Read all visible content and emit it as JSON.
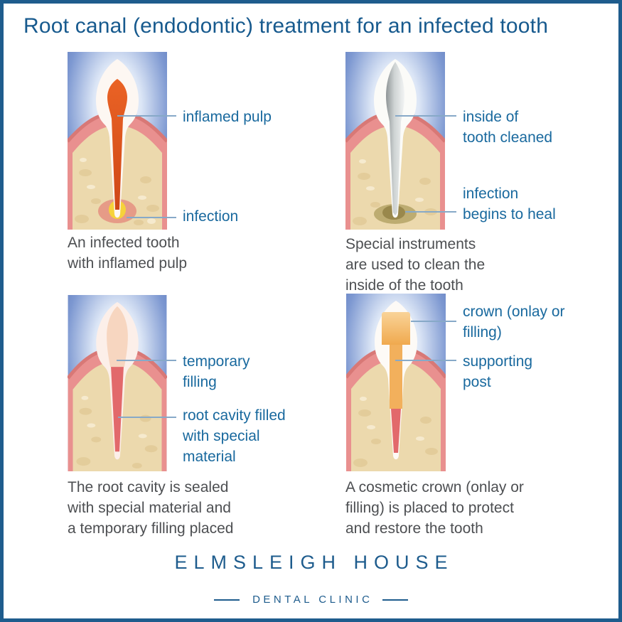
{
  "title": "Root canal (endodontic) treatment for an infected tooth",
  "panels": [
    {
      "name": "infected-tooth",
      "labels": [
        "inflamed pulp",
        "infection"
      ],
      "caption": "An infected tooth\nwith inflamed pulp"
    },
    {
      "name": "cleaning",
      "labels": [
        "inside of\ntooth cleaned",
        "infection\nbegins to heal"
      ],
      "caption": "Special instruments\nare used to clean the\ninside of the tooth"
    },
    {
      "name": "sealing",
      "labels": [
        "temporary\nfilling",
        "root cavity filled\nwith special\nmaterial"
      ],
      "caption": "The root cavity is sealed\nwith special material and\na temporary filling placed"
    },
    {
      "name": "crown-restoration",
      "labels": [
        "crown (onlay or\nfilling)",
        "supporting\npost"
      ],
      "caption": "A cosmetic crown (onlay or\nfilling) is placed to protect\nand restore the tooth"
    }
  ],
  "footer": {
    "clinic_name": "ELMSLEIGH HOUSE",
    "clinic_type": "DENTAL CLINIC"
  },
  "colors": {
    "border_blue": "#1e5c8d",
    "title_blue": "#175a8e",
    "label_blue": "#19699e",
    "caption_gray": "#4d4f52",
    "leader_line_blue": "#87a9c8",
    "panel_background_blue": "#4a68ae",
    "gum_pink": "#e9908f",
    "bone_tan": "#ecd9ad",
    "inflamed_pulp_orange": "#da5519",
    "infection_yellow": "#f6d23a",
    "healing_olive": "#a59352",
    "cleaned_canal_gray": "#c6cbcb",
    "temporary_filling_peach": "#f7d6c0",
    "root_filling_pink": "#e2696b",
    "post_orange": "#f2b05c"
  }
}
